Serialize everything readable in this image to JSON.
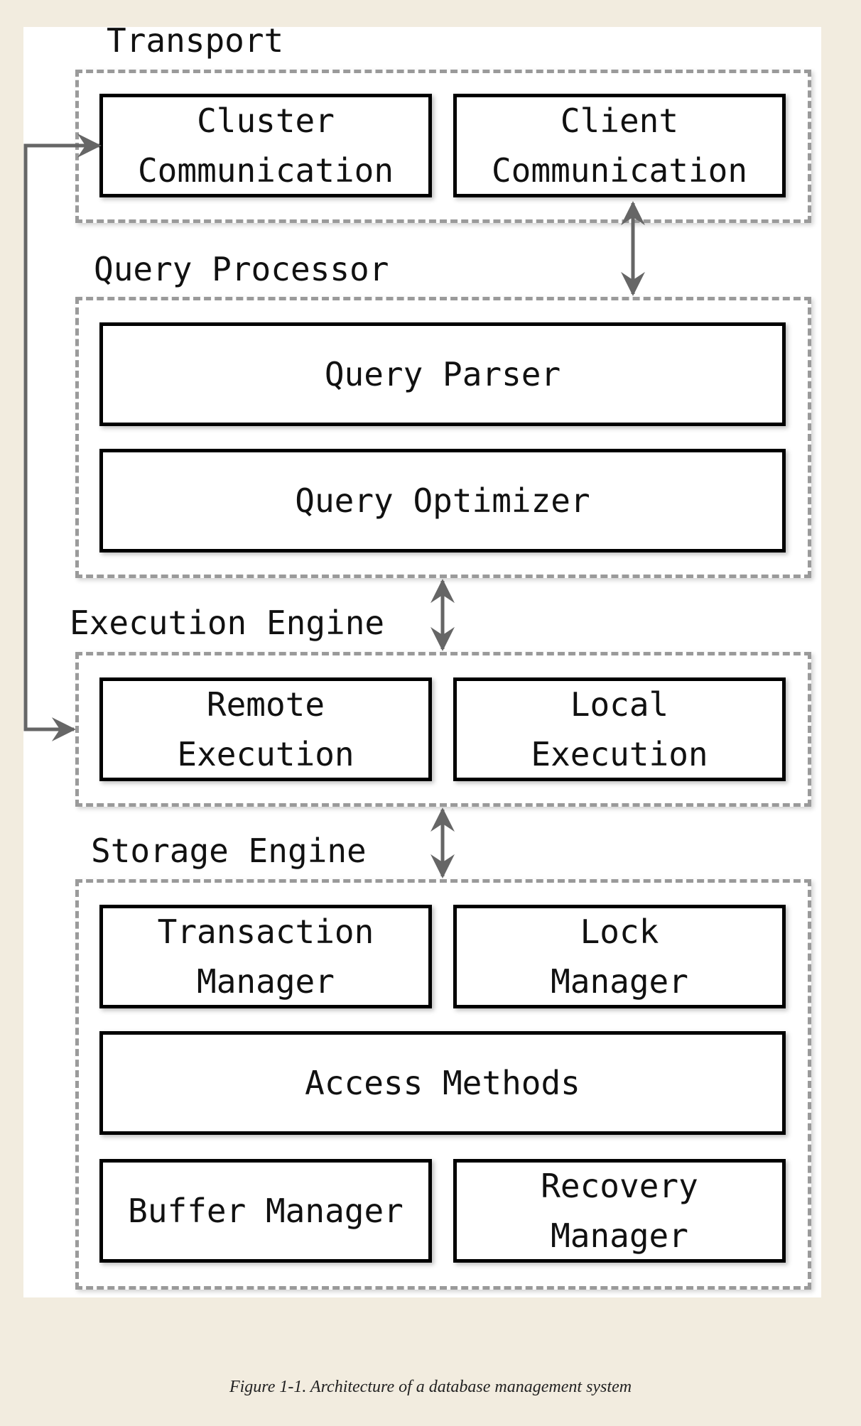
{
  "diagram": {
    "groups": {
      "transport": {
        "title": "Transport",
        "nodes": {
          "cluster_communication": "Cluster\nCommunication",
          "client_communication": "Client\nCommunication"
        }
      },
      "query_processor": {
        "title": "Query Processor",
        "nodes": {
          "query_parser": "Query Parser",
          "query_optimizer": "Query Optimizer"
        }
      },
      "execution_engine": {
        "title": "Execution Engine",
        "nodes": {
          "remote_execution": "Remote\nExecution",
          "local_execution": "Local\nExecution"
        }
      },
      "storage_engine": {
        "title": "Storage Engine",
        "nodes": {
          "transaction_manager": "Transaction\nManager",
          "lock_manager": "Lock\nManager",
          "access_methods": "Access Methods",
          "buffer_manager": "Buffer Manager",
          "recovery_manager": "Recovery\nManager"
        }
      }
    },
    "colors": {
      "page_background": "#f2ecdf",
      "figure_background": "#ffffff",
      "dashed_frame": "#9a9a9a",
      "arrow": "#666666",
      "node_border": "#000000"
    }
  },
  "caption": "Figure 1-1. Architecture of a database management system"
}
